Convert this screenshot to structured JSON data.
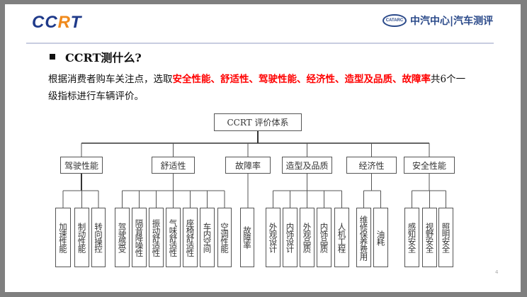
{
  "header": {
    "logo_left": "CCRT",
    "logo_right_badge": "CATARC",
    "logo_right_text": "中汽中心|汽车测评"
  },
  "title": "CCRT测什么?",
  "paragraph": {
    "prefix": "根据消费者购车关注点，选取",
    "highlight": "安全性能、舒适性、驾驶性能、经济性、造型及品质、故障率",
    "suffix": "共6个一级指标进行车辆评价。"
  },
  "tree": {
    "root": "CCRT 评价体系",
    "categories": [
      {
        "label": "驾驶性能",
        "children": [
          "加速性能",
          "制动性能",
          "转向操控"
        ]
      },
      {
        "label": "舒适性",
        "children": [
          "驾驶感受",
          "隔音降噪性",
          "振动舒适性",
          "气味舒适性",
          "座椅舒适性",
          "车内空间",
          "空调性能"
        ]
      },
      {
        "label": "故障率",
        "children": [
          "故障率"
        ]
      },
      {
        "label": "造型及品质",
        "children": [
          "外观设计",
          "内饰设计",
          "外观品质",
          "内饰品质",
          "人机工程"
        ]
      },
      {
        "label": "经济性",
        "children": [
          "维修保养费用",
          "油耗"
        ]
      },
      {
        "label": "安全性能",
        "children": [
          "感知安全",
          "视野安全",
          "照明安全"
        ]
      }
    ]
  },
  "page_number": "4"
}
